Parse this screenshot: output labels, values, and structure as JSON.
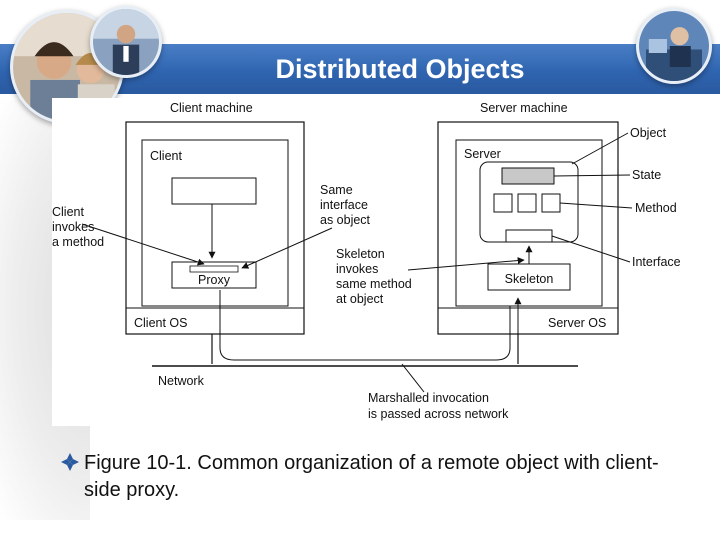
{
  "slide": {
    "title": "Distributed Objects",
    "caption": "Figure 10-1. Common organization of a remote object with client-side proxy.",
    "bullet_icon": "diamond-bullet-icon",
    "colors": {
      "title_bar": "#2f64b0",
      "bullet": "#2a5aa0"
    }
  },
  "diagram": {
    "client_machine": "Client machine",
    "server_machine": "Server machine",
    "client": "Client",
    "server": "Server",
    "proxy": "Proxy",
    "skeleton": "Skeleton",
    "client_os": "Client OS",
    "server_os": "Server OS",
    "network": "Network",
    "client_invokes": [
      "Client",
      "invokes",
      "a method"
    ],
    "same_interface": [
      "Same",
      "interface",
      "as object"
    ],
    "skeleton_invokes": [
      "Skeleton",
      "invokes",
      "same method",
      "at object"
    ],
    "marshalled": [
      "Marshalled invocation",
      "is passed across network"
    ],
    "object": "Object",
    "state": "State",
    "method": "Method",
    "interface": "Interface"
  }
}
